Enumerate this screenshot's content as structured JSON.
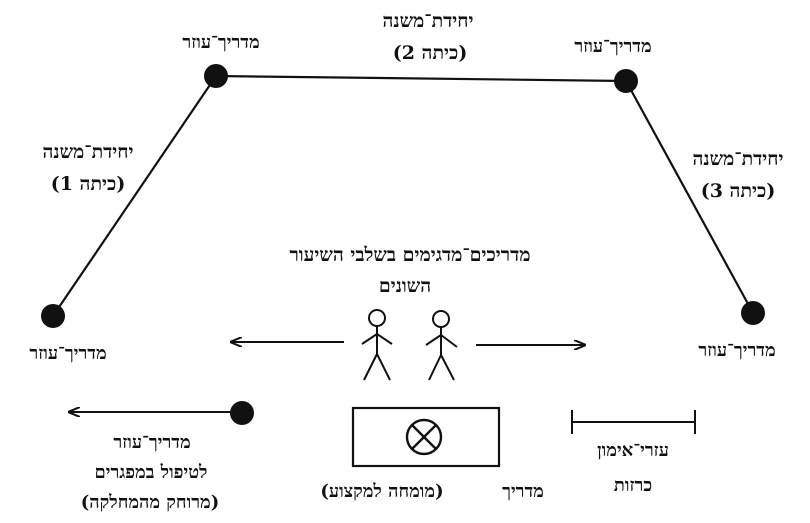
{
  "labels": {
    "unit_2_title": "יחידת־משנה",
    "unit_2_class": "(כיתה 2)",
    "unit_1_title": "יחידת־משנה",
    "unit_1_class": "(כיתה 1)",
    "unit_3_title": "יחידת־משנה",
    "unit_3_class": "(כיתה 3)",
    "assistant_top_left": "מדריך־עוזר",
    "assistant_top_right": "מדריך־עוזר",
    "assistant_mid_left": "מדריך־עוזר",
    "assistant_mid_right": "מדריך־עוזר",
    "demonstrators_line1": "מדריכים־מדגימים בשלבי השיעור",
    "demonstrators_line2": "השונים",
    "assistant_lagging_line1": "מדריך־עוזר",
    "assistant_lagging_line2": "לטיפול במפגרים",
    "assistant_lagging_line3": "(מרוחק מהמחלקה)",
    "instructor": "מדריך",
    "instructor_expert": "(מומחה למקצוע)",
    "training_aids_line1": "עזרי־אימון",
    "training_aids_line2": "כרזות"
  },
  "icons": {
    "instructor_symbol": "circled-x-icon",
    "figures": "stick-figure-icon"
  },
  "colors": {
    "ink": "#111111",
    "background": "#ffffff"
  }
}
